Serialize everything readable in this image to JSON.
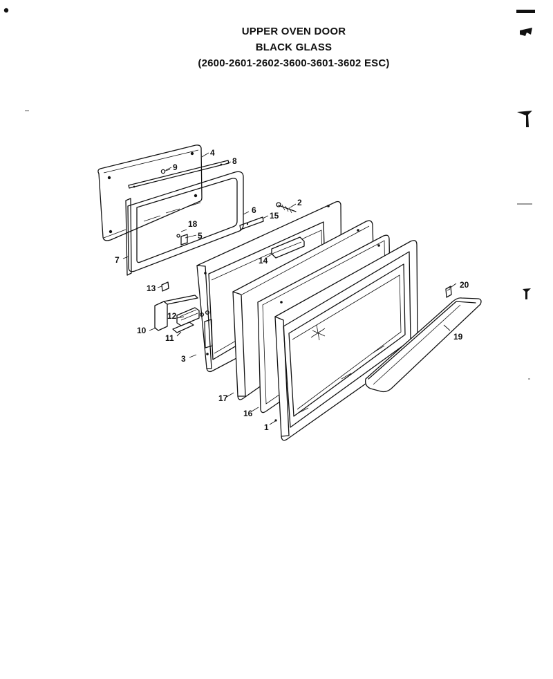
{
  "title": {
    "line1": "UPPER OVEN DOOR",
    "line2": "BLACK GLASS",
    "line3": "(2600-2601-2602-3600-3601-3602 ESC)"
  },
  "callouts": {
    "c1": "1",
    "c2": "2",
    "c3": "3",
    "c4": "4",
    "c5": "5",
    "c6": "6",
    "c7": "7",
    "c8": "8",
    "c9": "9",
    "c10": "10",
    "c11": "11",
    "c12": "12",
    "c13": "13",
    "c14": "14",
    "c15": "15",
    "c16": "16",
    "c17": "17",
    "c18": "18",
    "c19": "19",
    "c20": "20"
  }
}
